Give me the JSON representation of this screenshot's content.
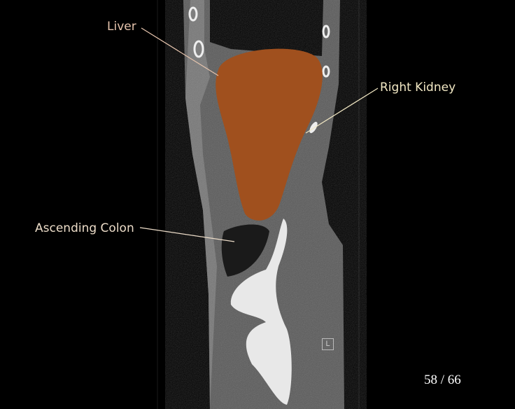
{
  "annotations": [
    {
      "id": "liver",
      "label": "Liver",
      "color": "#e6c4ad"
    },
    {
      "id": "right-kidney",
      "label": "Right Kidney",
      "color": "#f2e8c4"
    },
    {
      "id": "ascending-colon",
      "label": "Ascending Colon",
      "color": "#ecdcc8"
    }
  ],
  "orientation_marker": "L",
  "slice_counter": "58 / 66",
  "colors": {
    "liver_overlay": "#a0501e",
    "background": "#000000"
  }
}
